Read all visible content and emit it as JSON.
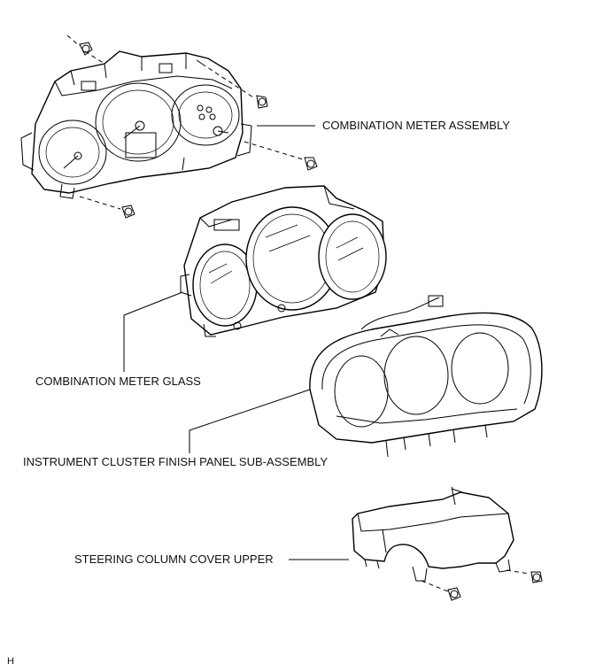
{
  "labels": {
    "combination_meter_assembly": "COMBINATION METER ASSEMBLY",
    "combination_meter_glass": "COMBINATION METER GLASS",
    "instrument_cluster_finish_panel": "INSTRUMENT CLUSTER FINISH PANEL SUB-ASSEMBLY",
    "steering_column_cover_upper": "STEERING COLUMN COVER UPPER"
  },
  "corner_mark": "H"
}
